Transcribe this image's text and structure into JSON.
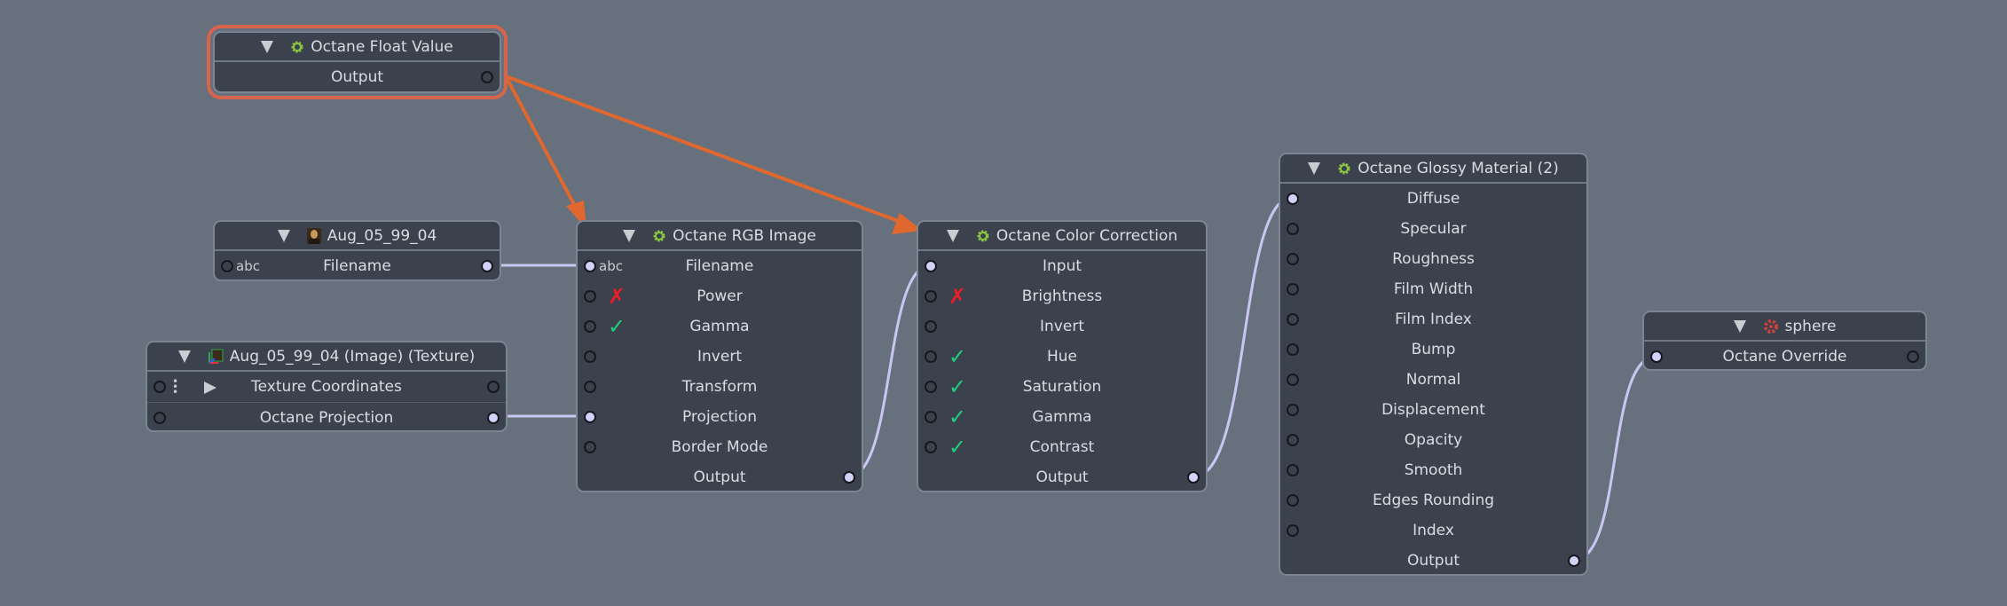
{
  "colors": {
    "background": "#66717d",
    "node": "#3b424e",
    "wire": "#c9c7f2",
    "annotation_arrow": "#e0672d",
    "selection": "#d9644c"
  },
  "nodes": {
    "float": {
      "title": "Octane Float Value",
      "icon": "gear-icon",
      "rows": [
        {
          "label": "Output",
          "out": "empty"
        }
      ]
    },
    "aug": {
      "title": "Aug_05_99_04",
      "icon": "image-thumbnail-icon",
      "rows": [
        {
          "label": "Filename",
          "in": "empty",
          "prefix": "abc",
          "out": "conn"
        }
      ]
    },
    "tex": {
      "title": "Aug_05_99_04 (Image) (Texture)",
      "icon": "texture-icon",
      "rows": [
        {
          "label": "Texture Coordinates",
          "in": "empty",
          "out": "empty",
          "expand": true
        },
        {
          "label": "Octane Projection",
          "in": "empty",
          "out": "conn"
        }
      ]
    },
    "rgb": {
      "title": "Octane RGB Image",
      "icon": "gear-icon",
      "rows": [
        {
          "label": "Filename",
          "in": "conn",
          "prefix": "abc"
        },
        {
          "label": "Power",
          "in": "empty",
          "status": "x"
        },
        {
          "label": "Gamma",
          "in": "empty",
          "status": "check"
        },
        {
          "label": "Invert",
          "in": "empty"
        },
        {
          "label": "Transform",
          "in": "empty"
        },
        {
          "label": "Projection",
          "in": "conn"
        },
        {
          "label": "Border Mode",
          "in": "empty"
        },
        {
          "label": "Output",
          "out": "conn"
        }
      ]
    },
    "cc": {
      "title": "Octane Color Correction",
      "icon": "gear-icon",
      "rows": [
        {
          "label": "Input",
          "in": "conn"
        },
        {
          "label": "Brightness",
          "in": "empty",
          "status": "x"
        },
        {
          "label": "Invert",
          "in": "empty"
        },
        {
          "label": "Hue",
          "in": "empty",
          "status": "check"
        },
        {
          "label": "Saturation",
          "in": "empty",
          "status": "check"
        },
        {
          "label": "Gamma",
          "in": "empty",
          "status": "check"
        },
        {
          "label": "Contrast",
          "in": "empty",
          "status": "check"
        },
        {
          "label": "Output",
          "out": "conn"
        }
      ]
    },
    "glossy": {
      "title": "Octane Glossy Material (2)",
      "icon": "gear-icon",
      "rows": [
        {
          "label": "Diffuse",
          "in": "conn"
        },
        {
          "label": "Specular",
          "in": "empty"
        },
        {
          "label": "Roughness",
          "in": "empty"
        },
        {
          "label": "Film Width",
          "in": "empty"
        },
        {
          "label": "Film Index",
          "in": "empty"
        },
        {
          "label": "Bump",
          "in": "empty"
        },
        {
          "label": "Normal",
          "in": "empty"
        },
        {
          "label": "Displacement",
          "in": "empty"
        },
        {
          "label": "Opacity",
          "in": "empty"
        },
        {
          "label": "Smooth",
          "in": "empty"
        },
        {
          "label": "Edges Rounding",
          "in": "empty"
        },
        {
          "label": "Index",
          "in": "empty"
        },
        {
          "label": "Output",
          "out": "conn"
        }
      ]
    },
    "sphere": {
      "title": "sphere",
      "icon": "object-tag-icon",
      "rows": [
        {
          "label": "Octane Override",
          "in": "conn",
          "out": "empty"
        }
      ]
    }
  }
}
